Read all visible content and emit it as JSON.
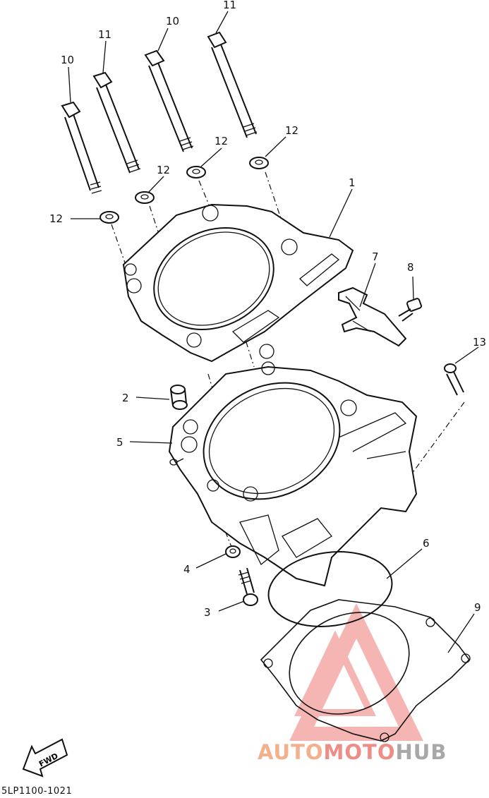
{
  "diagram": {
    "callouts": {
      "c1": "1",
      "c2": "2",
      "c3": "3",
      "c4": "4",
      "c5": "5",
      "c6": "6",
      "c7": "7",
      "c8": "8",
      "c9": "9",
      "c10a": "10",
      "c10b": "10",
      "c11a": "11",
      "c11b": "11",
      "c12a": "12",
      "c12b": "12",
      "c12c": "12",
      "c12d": "12",
      "c13": "13"
    },
    "fwd_label": "FWD",
    "reference_code": "5LP1100-1021"
  },
  "watermark": {
    "part1": "AUTO",
    "part2": "MOTO",
    "part3": "HUB"
  },
  "colors": {
    "line": "#111111",
    "watermark_orange": "#f2b08c",
    "watermark_red": "#ee8c86",
    "watermark_gray": "#a8a8a8"
  }
}
